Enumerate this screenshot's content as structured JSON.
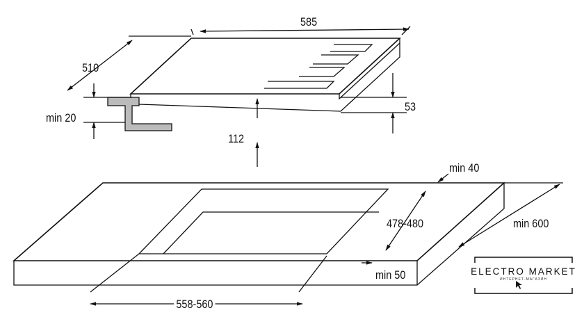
{
  "dimensions": {
    "width": "585",
    "depth": "510",
    "min_under": "min 20",
    "height_total": "112",
    "height_top": "53",
    "min_back": "min 40",
    "cutout_depth": "478-480",
    "worktop_depth": "min 600",
    "min_front": "min 50",
    "cutout_width": "558-560"
  },
  "logo": {
    "title": "ELECTRO MARKET",
    "subtitle": "ИНТЕРНЕТ-МАГАЗИН"
  }
}
